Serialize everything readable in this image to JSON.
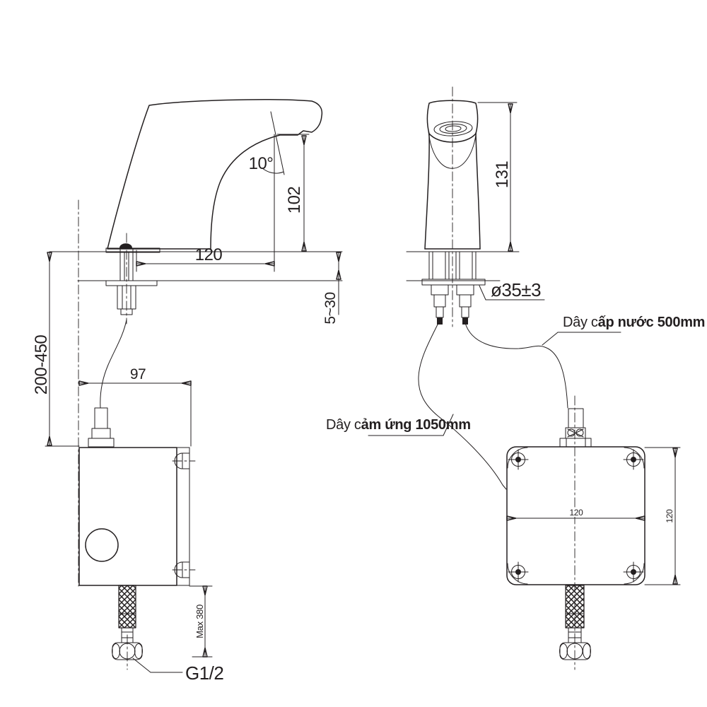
{
  "drawing": {
    "title": "Sensor faucet installation drawing",
    "background": "#ffffff",
    "line_color": "#231f20"
  },
  "side_view": {
    "dim_angle": "10°",
    "dim_spout_height": "102",
    "dim_spout_reach": "120",
    "dim_deck_thickness": "5~30",
    "dim_install_height": "200-450",
    "dim_box_offset": "97",
    "dim_hose_max": "Max 380",
    "label_thread": "G1/2"
  },
  "front_view": {
    "dim_faucet_height": "131",
    "dim_hole_diameter": "ø35±3",
    "dim_box_width": "120",
    "dim_box_height": "120",
    "label_supply_prefix": "Dây c",
    "label_supply_bold": "ấp nước 500mm",
    "label_sensor_prefix": "Dây c",
    "label_sensor_bold": "ảm ứng 1050mm"
  }
}
